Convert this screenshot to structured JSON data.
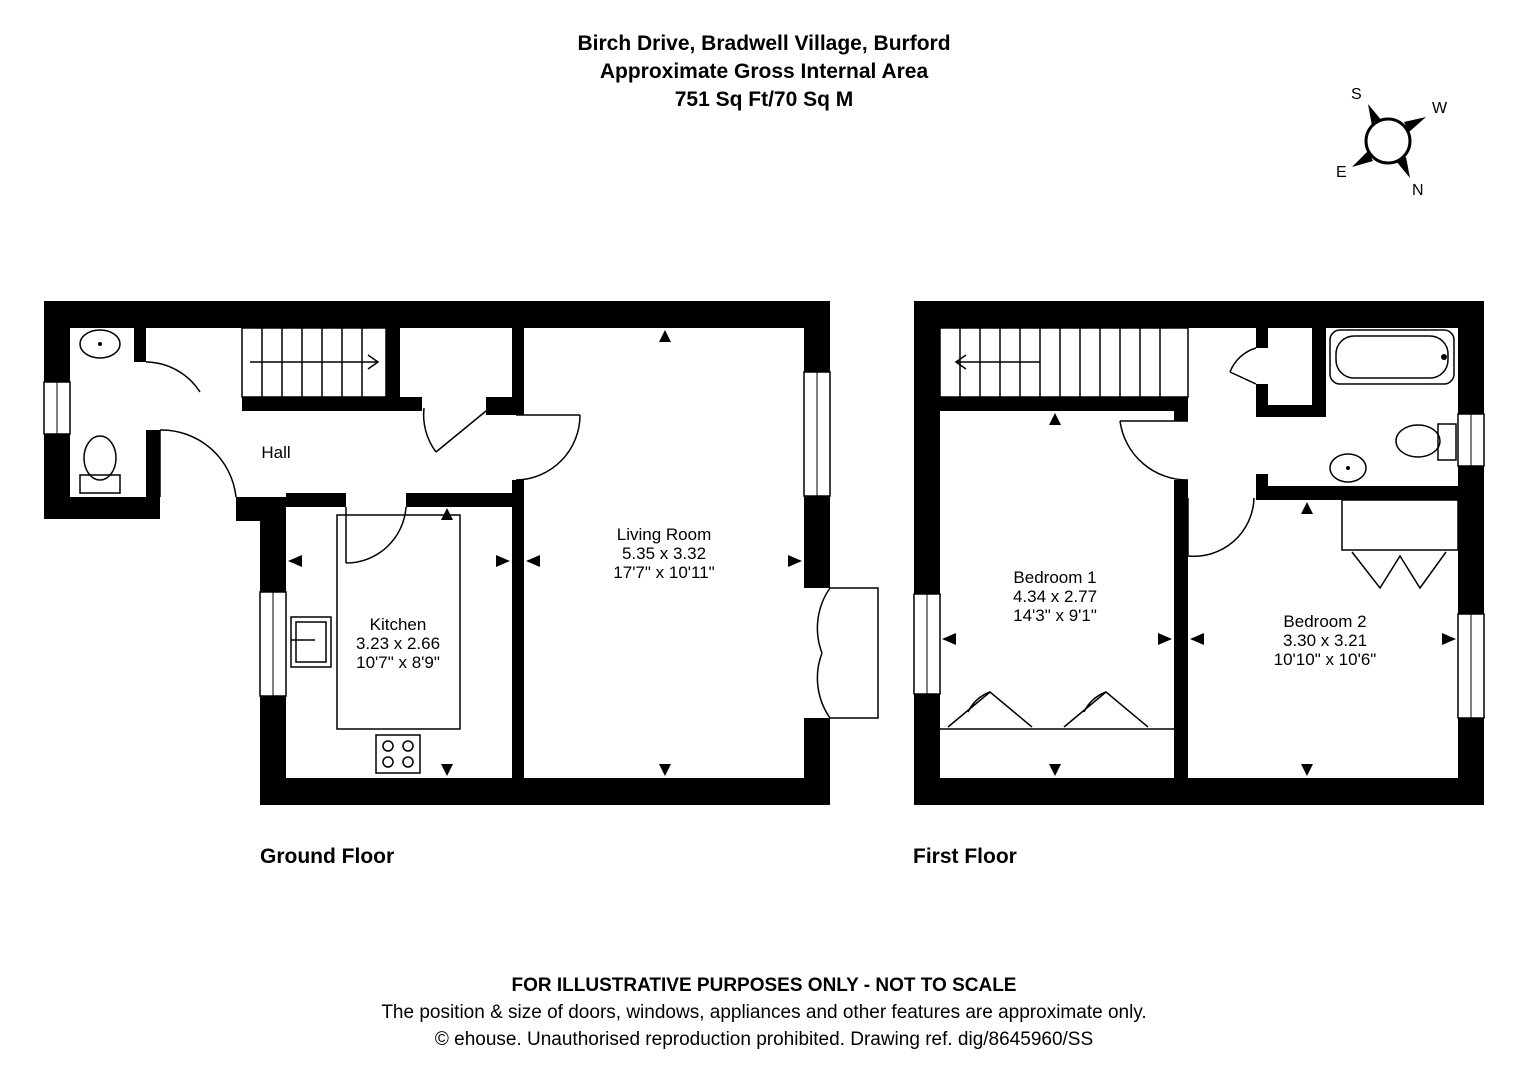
{
  "header": {
    "address": "Birch Drive, Bradwell Village, Burford",
    "area_title": "Approximate Gross Internal Area",
    "area_value": "751 Sq Ft/70 Sq M"
  },
  "compass": {
    "s": "S",
    "w": "W",
    "e": "E",
    "n": "N"
  },
  "floors": {
    "ground": {
      "label": "Ground Floor",
      "hall": "Hall",
      "living": {
        "name": "Living Room",
        "metric": "5.35 x 3.32",
        "imperial": "17'7\" x 10'11\""
      },
      "kitchen": {
        "name": "Kitchen",
        "metric": "3.23 x 2.66",
        "imperial": "10'7\" x 8'9\""
      }
    },
    "first": {
      "label": "First Floor",
      "bed1": {
        "name": "Bedroom 1",
        "metric": "4.34 x 2.77",
        "imperial": "14'3\" x 9'1\""
      },
      "bed2": {
        "name": "Bedroom 2",
        "metric": "3.30 x 3.21",
        "imperial": "10'10\" x 10'6\""
      }
    }
  },
  "footer": {
    "disclaimer": "FOR ILLUSTRATIVE PURPOSES ONLY - NOT TO SCALE",
    "note": "The position & size of doors, windows, appliances and other features are approximate only.",
    "copyright": "© ehouse. Unauthorised reproduction prohibited. Drawing ref. dig/8645960/SS"
  }
}
